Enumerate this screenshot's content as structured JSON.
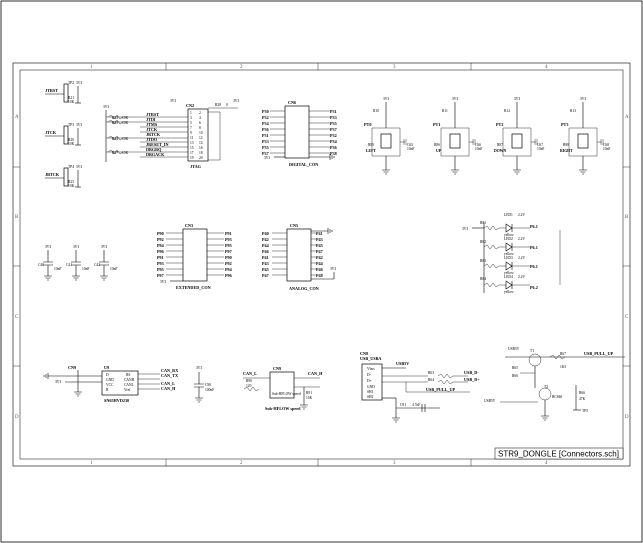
{
  "title_block": {
    "sheet_name": "STR9_DONGLE [Connectors.sch]"
  },
  "grid": {
    "columns": [
      "1",
      "2",
      "3",
      "4"
    ],
    "rows": [
      "A",
      "B",
      "C",
      "D"
    ]
  },
  "jtag": {
    "ref": "CN2",
    "name": "JTAG",
    "signals": [
      "JTRST",
      "JTDI",
      "JTMS",
      "JTCK",
      "JRTCK",
      "JTDO",
      "JRESET_IN",
      "DBGRQ",
      "DBGACK"
    ],
    "resistors": [
      "R22",
      "R23",
      "R24",
      "R25",
      "R26",
      "R27",
      "R28"
    ],
    "res_value": "10K",
    "pin_left": [
      "1",
      "3",
      "5",
      "7",
      "9",
      "11",
      "13",
      "15",
      "17",
      "19"
    ],
    "pin_right": [
      "2",
      "4",
      "6",
      "8",
      "10",
      "12",
      "14",
      "16",
      "18",
      "20"
    ],
    "vdd": "3V3",
    "r_top": "R28",
    "r_top_val": "0"
  },
  "left_signals": [
    {
      "net": "JTRST",
      "res": "R21",
      "val": "10K",
      "tp": "TP2"
    },
    {
      "net": "JTCK",
      "res": "R20",
      "val": "10K",
      "tp": "TP3"
    },
    {
      "net": "JRTCK",
      "res": "R25",
      "val": "10K",
      "tp": "TP4"
    }
  ],
  "cn6": {
    "ref": "CN6",
    "name": "DIGITAL_CON",
    "left": [
      "P30",
      "P32",
      "P34",
      "P36",
      "P31",
      "P33",
      "P35",
      "P37"
    ],
    "right": [
      "P31",
      "P33",
      "P35",
      "P37",
      "P32",
      "P34",
      "P36",
      "P38"
    ],
    "vdd": "3V3"
  },
  "cn3": {
    "ref": "CN3",
    "name": "EXTENDED_CON",
    "left": [
      "P90",
      "P92",
      "P94",
      "P96",
      "P91",
      "P93",
      "P95",
      "P97"
    ],
    "right": [
      "P91",
      "P93",
      "P95",
      "P97",
      "P90",
      "P92",
      "P94",
      "P96"
    ]
  },
  "cn5": {
    "ref": "CN5",
    "name": "ANALOG_CON",
    "left": [
      "P40",
      "P42",
      "P44",
      "P46",
      "P41",
      "P43",
      "P45",
      "P47"
    ],
    "right": [
      "P41",
      "P43",
      "P45",
      "P47",
      "P42",
      "P44",
      "P46",
      "P48"
    ],
    "vdd": "3V3"
  },
  "buttons": [
    {
      "ref": "PT0",
      "label": "LEFT",
      "res": "R85",
      "cap": "C65",
      "cap_val": "10nF",
      "pull": "R10"
    },
    {
      "ref": "PT1",
      "label": "UP",
      "res": "R86",
      "cap": "C66",
      "cap_val": "10nF",
      "pull": "R11"
    },
    {
      "ref": "PT2",
      "label": "DOWN",
      "res": "R87",
      "cap": "C67",
      "cap_val": "10nF",
      "pull": "R12"
    },
    {
      "ref": "PT3",
      "label": "RIGHT",
      "res": "R88",
      "cap": "C68",
      "cap_val": "10nF",
      "pull": "R13"
    }
  ],
  "leds": [
    {
      "res": "R81",
      "led": "LED1",
      "color": "yellow",
      "v": "2.2V",
      "ip": "P6.1"
    },
    {
      "res": "R82",
      "led": "LED2",
      "color": "yellow",
      "v": "2.2V",
      "ip": "P6.1"
    },
    {
      "res": "R83",
      "led": "LED3",
      "color": "yellow",
      "v": "2.2V",
      "ip": "P6.1"
    },
    {
      "res": "R84",
      "led": "LED4",
      "color": "yellow",
      "v": "2.2V",
      "ip": "P6.2"
    }
  ],
  "decoupling": [
    {
      "ref": "C40",
      "val": "10nF"
    },
    {
      "ref": "C41",
      "val": "10nF"
    },
    {
      "ref": "C42",
      "val": "10nF"
    }
  ],
  "can": {
    "xcvr": "U9",
    "xcvr_name": "SN65HVD230",
    "pins_left": [
      "D",
      "GND",
      "VCC",
      "R"
    ],
    "pins_right": [
      "RS",
      "CANH",
      "CANL",
      "Vref"
    ],
    "nets": [
      "CAN_RX",
      "CAN_TX",
      "CAN_L",
      "CAN_H"
    ],
    "conn": "CN9",
    "conn_name": "Sub-HFLOW speed",
    "cap": "C90",
    "cap_val": "100nF",
    "res1": "R90",
    "res1_val": "120",
    "res2": "R91",
    "res2_val": "10K"
  },
  "usb": {
    "conn": "CN8",
    "conn_name": "USB_USBA",
    "vbus": "USB5V",
    "pins": [
      "Vbus",
      "D-",
      "D+",
      "GND",
      "SH1",
      "SH2"
    ],
    "nets": [
      "USB_D-",
      "USB_D+",
      "USB_PULL_UP"
    ],
    "r1": "R63",
    "r2": "R64",
    "cap": "C91",
    "cap_val": "4.7nF",
    "q1": "T1",
    "q2": "T2",
    "q2_name": "BC846",
    "r_out": "R67",
    "r_out_val": "1K5",
    "r_b": "R65",
    "r_c": "R66",
    "r_c_val": "47K",
    "net_out": "USB_PULL_UP",
    "tp": "TP5"
  },
  "supplies": {
    "v33": "3V3",
    "gnd": "GND"
  }
}
